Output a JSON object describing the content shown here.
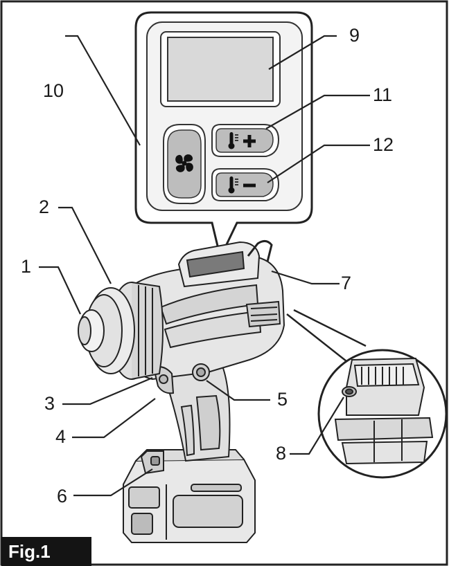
{
  "figure": {
    "label": "Fig.1",
    "callouts": [
      {
        "id": "c1",
        "text": "1"
      },
      {
        "id": "c2",
        "text": "2"
      },
      {
        "id": "c3",
        "text": "3"
      },
      {
        "id": "c4",
        "text": "4"
      },
      {
        "id": "c5",
        "text": "5"
      },
      {
        "id": "c6",
        "text": "6"
      },
      {
        "id": "c7",
        "text": "7"
      },
      {
        "id": "c8",
        "text": "8"
      },
      {
        "id": "c9",
        "text": "9"
      },
      {
        "id": "c10",
        "text": "10"
      },
      {
        "id": "c11",
        "text": "11"
      },
      {
        "id": "c12",
        "text": "12"
      }
    ],
    "buttons": {
      "fan": {
        "icon": "fan-icon"
      },
      "temp_up": {
        "icon": "thermometer-icon",
        "sign": "+"
      },
      "temp_down": {
        "icon": "thermometer-icon",
        "sign": "−"
      }
    },
    "colors": {
      "frame": "#222222",
      "button_fill": "#bdbdbd",
      "display_fill": "#d9d9d9",
      "tool_fill": "#e3e3e3",
      "dark": "#141414"
    }
  }
}
